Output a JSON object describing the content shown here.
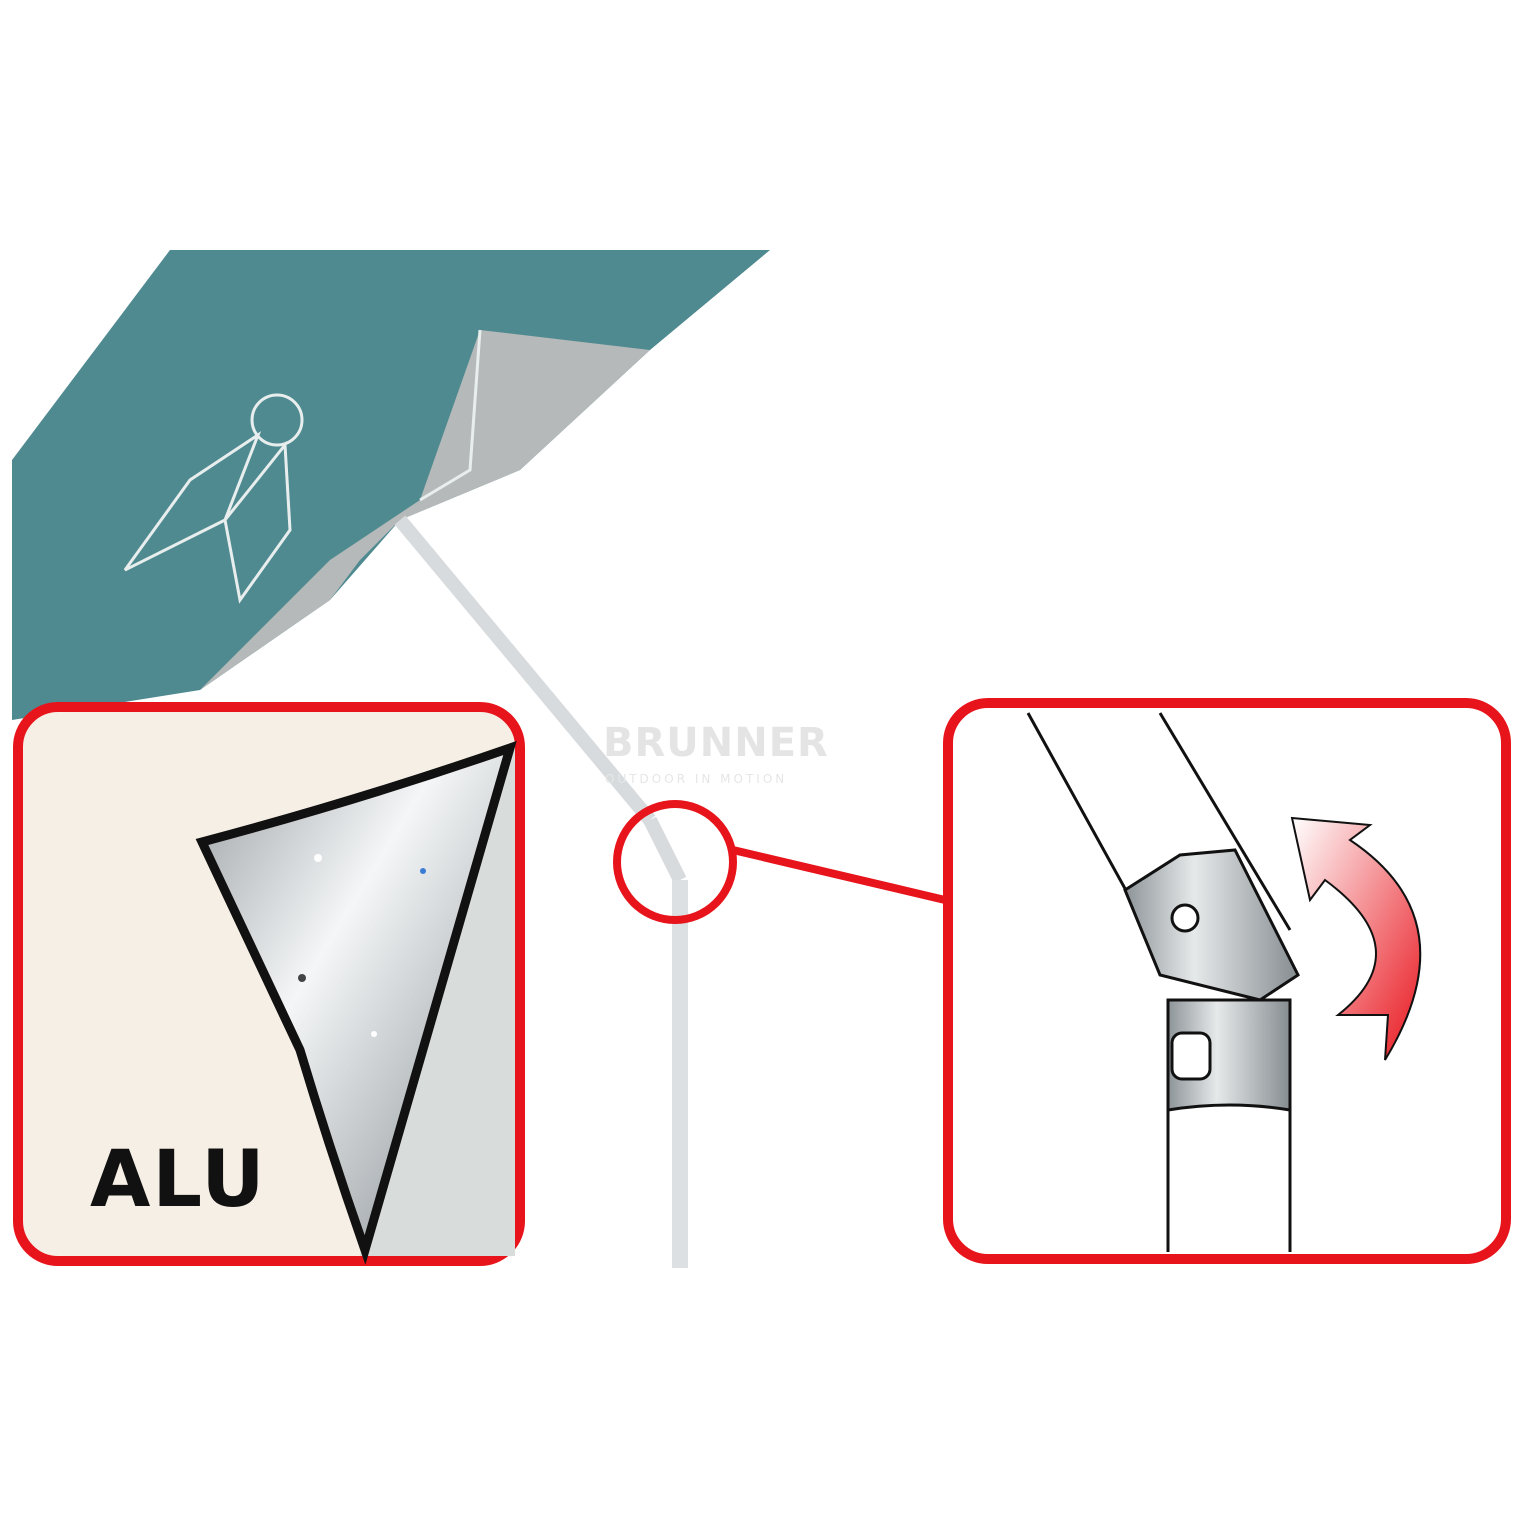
{
  "badge_label": "ALU",
  "watermark": {
    "brand": "BRUNNER",
    "tagline": "OUTDOOR IN MOTION"
  },
  "colors": {
    "canopy": "#4f8a90",
    "frame": "#e8141c",
    "panel_bg": "#f6efe5"
  }
}
